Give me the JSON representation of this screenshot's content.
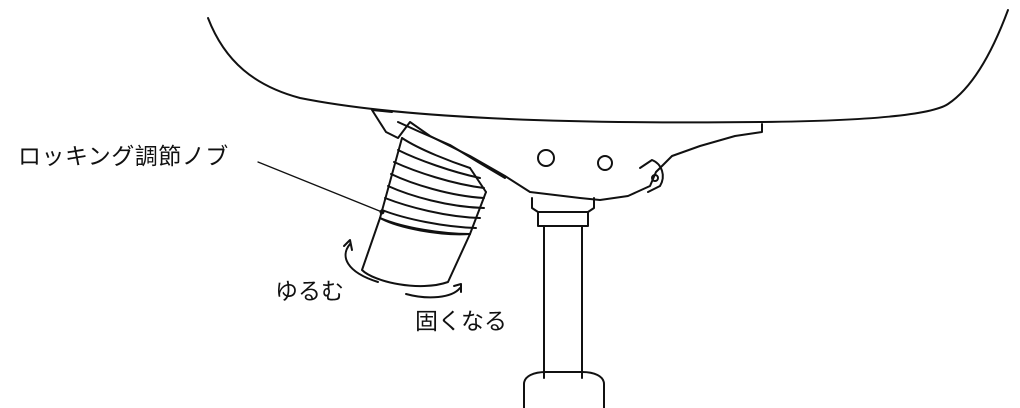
{
  "labels": {
    "knob": "ロッキング調節ノブ",
    "loosen": "ゆるむ",
    "tighten": "固くなる"
  },
  "colors": {
    "line": "#111111",
    "background": "#ffffff"
  }
}
